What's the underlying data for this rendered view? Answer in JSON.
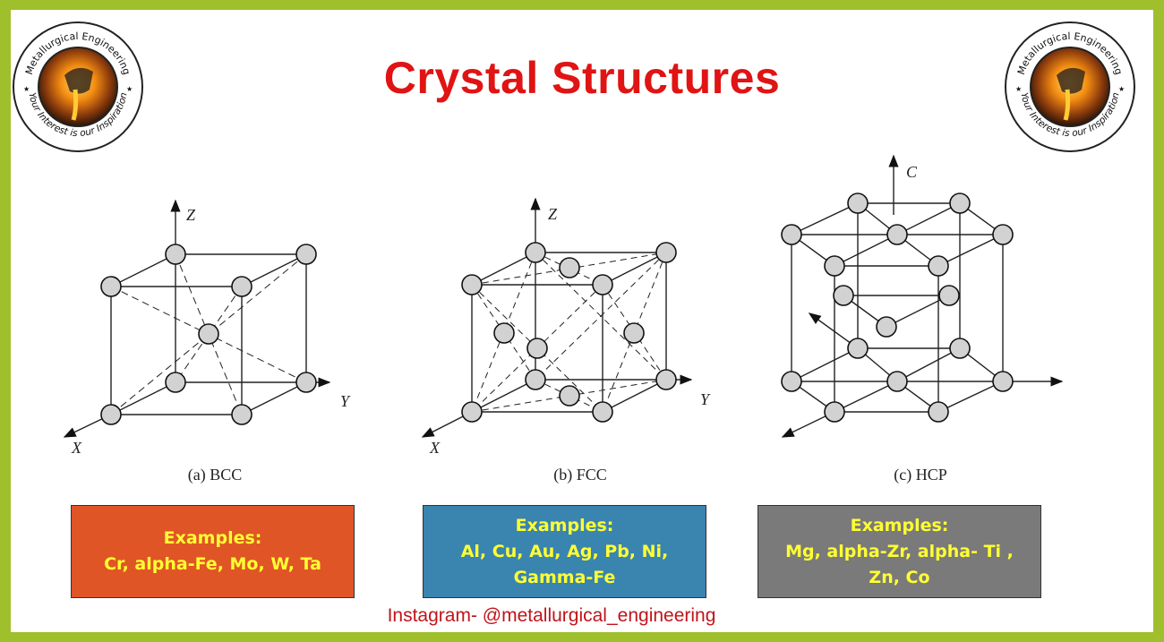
{
  "title": "Crystal Structures",
  "logo": {
    "top_text": "Metallurgical Engineering",
    "bottom_text": "Your Interest is our Inspiration"
  },
  "diagrams": {
    "bcc": {
      "caption": "(a) BCC",
      "axes": {
        "x": "X",
        "y": "Y",
        "z": "Z"
      }
    },
    "fcc": {
      "caption": "(b) FCC",
      "axes": {
        "x": "X",
        "y": "Y",
        "z": "Z"
      }
    },
    "hcp": {
      "caption": "(c) HCP",
      "axes": {
        "c": "C"
      }
    }
  },
  "examples": {
    "bcc": {
      "heading": "Examples:",
      "line1": "Cr, alpha-Fe, Mo, W, Ta"
    },
    "fcc": {
      "heading": "Examples:",
      "line1": "Al, Cu, Au, Ag, Pb, Ni,",
      "line2": "Gamma-Fe"
    },
    "hcp": {
      "heading": "Examples:",
      "line1": "Mg, alpha-Zr, alpha- Ti ,",
      "line2": "Zn, Co"
    }
  },
  "footer": "Instagram- @metallurgical_engineering",
  "colors": {
    "border": "#9fbf2c",
    "title": "#e01414",
    "bcc_box": "#e05525",
    "fcc_box": "#3a84b0",
    "hcp_box": "#7a7a7a",
    "example_text": "#ffff33",
    "footer": "#c0141a"
  }
}
